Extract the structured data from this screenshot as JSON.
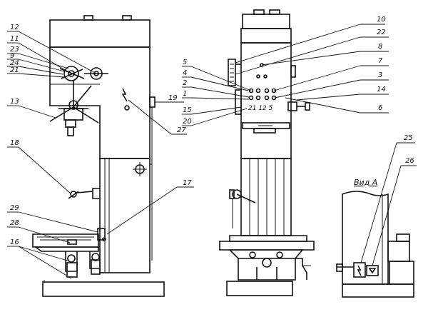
{
  "labels": {
    "left": [
      {
        "id": "12",
        "text": "12"
      },
      {
        "id": "11",
        "text": "11"
      },
      {
        "id": "23",
        "text": "23"
      },
      {
        "id": "9",
        "text": "9"
      },
      {
        "id": "24",
        "text": "24"
      },
      {
        "id": "21",
        "text": "21"
      },
      {
        "id": "13",
        "text": "13"
      },
      {
        "id": "19",
        "text": "19"
      },
      {
        "id": "27",
        "text": "27"
      },
      {
        "id": "18",
        "text": "18"
      },
      {
        "id": "17",
        "text": "17"
      },
      {
        "id": "29",
        "text": "29"
      },
      {
        "id": "28",
        "text": "28"
      },
      {
        "id": "16",
        "text": "16"
      }
    ],
    "middle": [
      {
        "id": "10",
        "text": "10"
      },
      {
        "id": "22",
        "text": "22"
      },
      {
        "id": "8",
        "text": "8"
      },
      {
        "id": "5",
        "text": "5"
      },
      {
        "id": "4",
        "text": "4"
      },
      {
        "id": "7",
        "text": "7"
      },
      {
        "id": "2",
        "text": "2"
      },
      {
        "id": "3",
        "text": "3"
      },
      {
        "id": "1",
        "text": "1"
      },
      {
        "id": "14",
        "text": "14"
      },
      {
        "id": "15",
        "text": "15"
      },
      {
        "id": "20",
        "text": "20"
      },
      {
        "id": "6",
        "text": "6"
      }
    ],
    "right": [
      {
        "id": "25",
        "text": "25"
      },
      {
        "id": "26",
        "text": "26"
      }
    ]
  },
  "panel_text": "21 12 5",
  "view_title": "Вид А"
}
